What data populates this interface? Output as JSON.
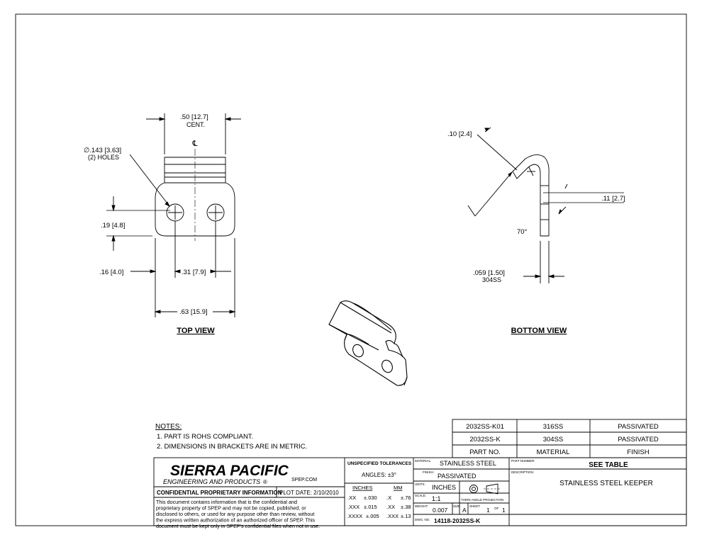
{
  "colors": {
    "ink": "#000000",
    "paper": "#ffffff"
  },
  "top_view": {
    "title": "TOP VIEW",
    "dim_centers_top": ".50",
    "dim_centers_top_mm": "12.7",
    "dim_centers_top_note": "CENT.",
    "centerline_symbol": "℄",
    "hole_dia": "∅.143",
    "hole_dia_mm": "3.63",
    "hole_count": "(2) HOLES",
    "dim_hole_height": ".19",
    "dim_hole_height_mm": "4.8",
    "dim_edge": ".16",
    "dim_edge_mm": "4.0",
    "dim_centers": ".31",
    "dim_centers_mm": "7.9",
    "dim_overall": ".63",
    "dim_overall_mm": "15.9"
  },
  "bottom_view": {
    "title": "BOTTOM VIEW",
    "dim_radius": ".10",
    "dim_radius_mm": "2.4",
    "dim_offset": ".11",
    "dim_offset_mm": "2.7",
    "angle": "70°",
    "dim_thickness": ".059",
    "dim_thickness_mm": "1.50",
    "dim_thickness_note": "304SS"
  },
  "notes": {
    "heading": "NOTES:",
    "items": [
      "1.   PART IS ROHS COMPLIANT.",
      "2.   DIMENSIONS IN BRACKETS ARE IN METRIC."
    ]
  },
  "parts_table": {
    "rows": [
      [
        "2032SS-K01",
        "316SS",
        "PASSIVATED"
      ],
      [
        "2032SS-K",
        "304SS",
        "PASSIVATED"
      ]
    ],
    "headers": [
      "PART NO.",
      "MATERIAL",
      "FINISH"
    ]
  },
  "title_block": {
    "company": "SIERRA PACIFIC",
    "company_sub": "ENGINEERING AND PRODUCTS",
    "registered": "®",
    "website": "SPEP.COM",
    "confidential_title": "CONFIDENTIAL PROPRIETARY INFORMATION",
    "plot_date": "PLOT DATE: 2/10/2010",
    "confidential_text": [
      "This document contains information that is the confidential and",
      "proprietary property of SPEP and may not be copied, published, or",
      "disclosed to others, or used for any purpose  other than review, without",
      "the express written authorization of an authorized officer of SPEP. This",
      "document must be kept only in SPEP's confidential files when not in use."
    ],
    "tolerances_title": "UNSPECIFIED TOLERANCES",
    "angles": "ANGLES:  ±3°",
    "inches_head": "INCHES",
    "mm_head": "MM",
    "tol_rows": [
      [
        ".XX",
        "±.030",
        ".X",
        "±.76"
      ],
      [
        ".XXX",
        "±.015",
        ".XX",
        "±.38"
      ],
      [
        ".XXXX",
        "±.005",
        ".XXX",
        "±.13"
      ]
    ],
    "material_label": "MATERIAL:",
    "material": "STAINLESS STEEL",
    "finish_label": "FINISH:",
    "finish": "PASSIVATED",
    "units_label": "UNITS:",
    "units": "INCHES",
    "scale_label": "SCALE:",
    "scale": "1:1",
    "projection": "THIRD ANGLE PROJECTION",
    "weight_label": "WEIGHT:",
    "weight": "0.007",
    "size_label": "SIZE",
    "size": "A",
    "sheet_label": "SHEET",
    "sheet": "1",
    "of_label": "OF",
    "sheet_total": "1",
    "dwg_label": "DWG. NO.",
    "dwg_no": "14118-2032SS-K",
    "partno_label": "PART NUMBER:",
    "partno": "SEE TABLE",
    "desc_label": "DESCRIPTION:",
    "description": "STAINLESS STEEL KEEPER"
  }
}
